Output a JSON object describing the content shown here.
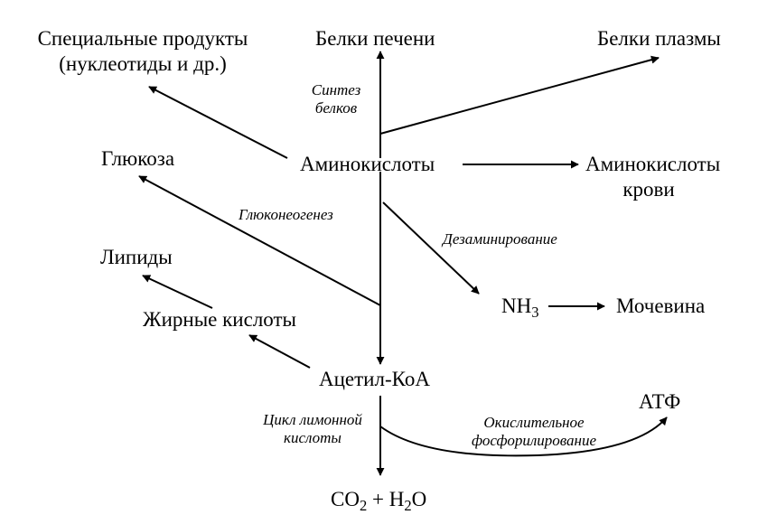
{
  "nodes": {
    "special_products_1": "Специальные продукты",
    "special_products_2": "(нуклеотиды и др.)",
    "liver_proteins": "Белки печени",
    "plasma_proteins": "Белки плазмы",
    "glucose": "Глюкоза",
    "amino_acids": "Аминокислоты",
    "blood_amino_acids_1": "Аминокислоты",
    "blood_amino_acids_2": "крови",
    "lipids": "Липиды",
    "fatty_acids": "Жирные кислоты",
    "nh3_base": "NH",
    "nh3_sub": "3",
    "urea": "Мочевина",
    "acetyl_coa": "Ацетил-КоА",
    "atp": "АТФ",
    "co2_base": "CO",
    "co2_sub": "2",
    "plus_h": " + H",
    "h2o_sub": "2",
    "o": "O"
  },
  "processes": {
    "protein_synthesis_1": "Синтез",
    "protein_synthesis_2": "белков",
    "gluconeogenesis": "Глюконеогенез",
    "deamination": "Дезаминирование",
    "citric_cycle_1": "Цикл лимонной",
    "citric_cycle_2": "кислоты",
    "oxphos_1": "Окислительное",
    "oxphos_2": "фосфорилирование"
  },
  "colors": {
    "ink": "#000000",
    "background": "#ffffff"
  }
}
